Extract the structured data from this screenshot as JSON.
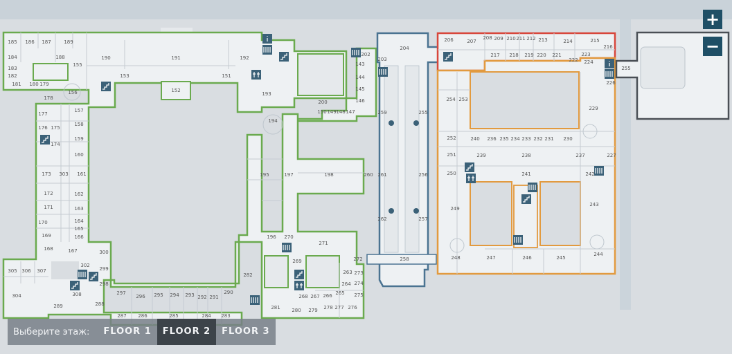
{
  "colors": {
    "background": "#d9dde1",
    "building_fill": "#eef1f3",
    "wing_green": "#6aaa4e",
    "wing_blue": "#4a7391",
    "wing_red": "#d8463b",
    "wing_orange": "#e29a3f",
    "wing_dark": "#4a4f55",
    "icon_blue": "#3b6178",
    "floor_active": "#3c4349"
  },
  "zoom": {
    "in_label": "+",
    "out_label": "−"
  },
  "floor_selector": {
    "prompt": "Выберите этаж:",
    "floors": [
      "FLOOR 1",
      "FLOOR 2",
      "FLOOR 3"
    ],
    "active": "FLOOR 2"
  },
  "icons": [
    "stairs-icon",
    "elevator-icon",
    "restroom-icon",
    "info-icon"
  ],
  "rooms": [
    {
      "n": "185"
    },
    {
      "n": "186"
    },
    {
      "n": "187"
    },
    {
      "n": "189"
    },
    {
      "n": "184"
    },
    {
      "n": "188"
    },
    {
      "n": "183"
    },
    {
      "n": "182"
    },
    {
      "n": "181"
    },
    {
      "n": "180"
    },
    {
      "n": "179"
    },
    {
      "n": "155"
    },
    {
      "n": "190"
    },
    {
      "n": "191"
    },
    {
      "n": "153"
    },
    {
      "n": "151"
    },
    {
      "n": "192"
    },
    {
      "n": "152"
    },
    {
      "n": "193"
    },
    {
      "n": "156"
    },
    {
      "n": "178"
    },
    {
      "n": "157"
    },
    {
      "n": "177"
    },
    {
      "n": "158"
    },
    {
      "n": "176"
    },
    {
      "n": "175"
    },
    {
      "n": "159"
    },
    {
      "n": "174"
    },
    {
      "n": "160"
    },
    {
      "n": "173"
    },
    {
      "n": "303"
    },
    {
      "n": "161"
    },
    {
      "n": "172"
    },
    {
      "n": "162"
    },
    {
      "n": "171"
    },
    {
      "n": "163"
    },
    {
      "n": "164"
    },
    {
      "n": "170"
    },
    {
      "n": "165"
    },
    {
      "n": "166"
    },
    {
      "n": "169"
    },
    {
      "n": "168"
    },
    {
      "n": "167"
    },
    {
      "n": "300"
    },
    {
      "n": "302"
    },
    {
      "n": "299"
    },
    {
      "n": "305"
    },
    {
      "n": "306"
    },
    {
      "n": "307"
    },
    {
      "n": "298"
    },
    {
      "n": "304"
    },
    {
      "n": "308"
    },
    {
      "n": "289"
    },
    {
      "n": "288"
    },
    {
      "n": "297"
    },
    {
      "n": "296"
    },
    {
      "n": "295"
    },
    {
      "n": "294"
    },
    {
      "n": "293"
    },
    {
      "n": "292"
    },
    {
      "n": "291"
    },
    {
      "n": "290"
    },
    {
      "n": "287"
    },
    {
      "n": "286"
    },
    {
      "n": "285"
    },
    {
      "n": "284"
    },
    {
      "n": "283"
    },
    {
      "n": "200"
    },
    {
      "n": "150"
    },
    {
      "n": "149"
    },
    {
      "n": "148"
    },
    {
      "n": "147"
    },
    {
      "n": "194"
    },
    {
      "n": "195"
    },
    {
      "n": "197"
    },
    {
      "n": "198"
    },
    {
      "n": "196"
    },
    {
      "n": "270"
    },
    {
      "n": "271"
    },
    {
      "n": "269"
    },
    {
      "n": "282"
    },
    {
      "n": "272"
    },
    {
      "n": "263"
    },
    {
      "n": "273"
    },
    {
      "n": "264"
    },
    {
      "n": "274"
    },
    {
      "n": "268"
    },
    {
      "n": "267"
    },
    {
      "n": "266"
    },
    {
      "n": "265"
    },
    {
      "n": "275"
    },
    {
      "n": "281"
    },
    {
      "n": "280"
    },
    {
      "n": "279"
    },
    {
      "n": "278"
    },
    {
      "n": "277"
    },
    {
      "n": "276"
    },
    {
      "n": "202"
    },
    {
      "n": "143"
    },
    {
      "n": "144"
    },
    {
      "n": "145"
    },
    {
      "n": "146"
    },
    {
      "n": "204"
    },
    {
      "n": "203"
    },
    {
      "n": "259"
    },
    {
      "n": "255"
    },
    {
      "n": "260"
    },
    {
      "n": "261"
    },
    {
      "n": "256"
    },
    {
      "n": "262"
    },
    {
      "n": "257"
    },
    {
      "n": "258"
    },
    {
      "n": "206"
    },
    {
      "n": "207"
    },
    {
      "n": "208"
    },
    {
      "n": "209"
    },
    {
      "n": "210"
    },
    {
      "n": "211"
    },
    {
      "n": "212"
    },
    {
      "n": "213"
    },
    {
      "n": "214"
    },
    {
      "n": "215"
    },
    {
      "n": "216"
    },
    {
      "n": "217"
    },
    {
      "n": "218"
    },
    {
      "n": "219"
    },
    {
      "n": "220"
    },
    {
      "n": "221"
    },
    {
      "n": "223"
    },
    {
      "n": "222"
    },
    {
      "n": "254"
    },
    {
      "n": "253"
    },
    {
      "n": "224"
    },
    {
      "n": "226"
    },
    {
      "n": "229"
    },
    {
      "n": "252"
    },
    {
      "n": "240"
    },
    {
      "n": "236"
    },
    {
      "n": "235"
    },
    {
      "n": "234"
    },
    {
      "n": "233"
    },
    {
      "n": "232"
    },
    {
      "n": "231"
    },
    {
      "n": "230"
    },
    {
      "n": "251"
    },
    {
      "n": "239"
    },
    {
      "n": "238"
    },
    {
      "n": "237"
    },
    {
      "n": "227"
    },
    {
      "n": "250"
    },
    {
      "n": "241"
    },
    {
      "n": "242"
    },
    {
      "n": "249"
    },
    {
      "n": "243"
    },
    {
      "n": "248"
    },
    {
      "n": "247"
    },
    {
      "n": "246"
    },
    {
      "n": "245"
    },
    {
      "n": "244"
    },
    {
      "n": "255"
    }
  ]
}
